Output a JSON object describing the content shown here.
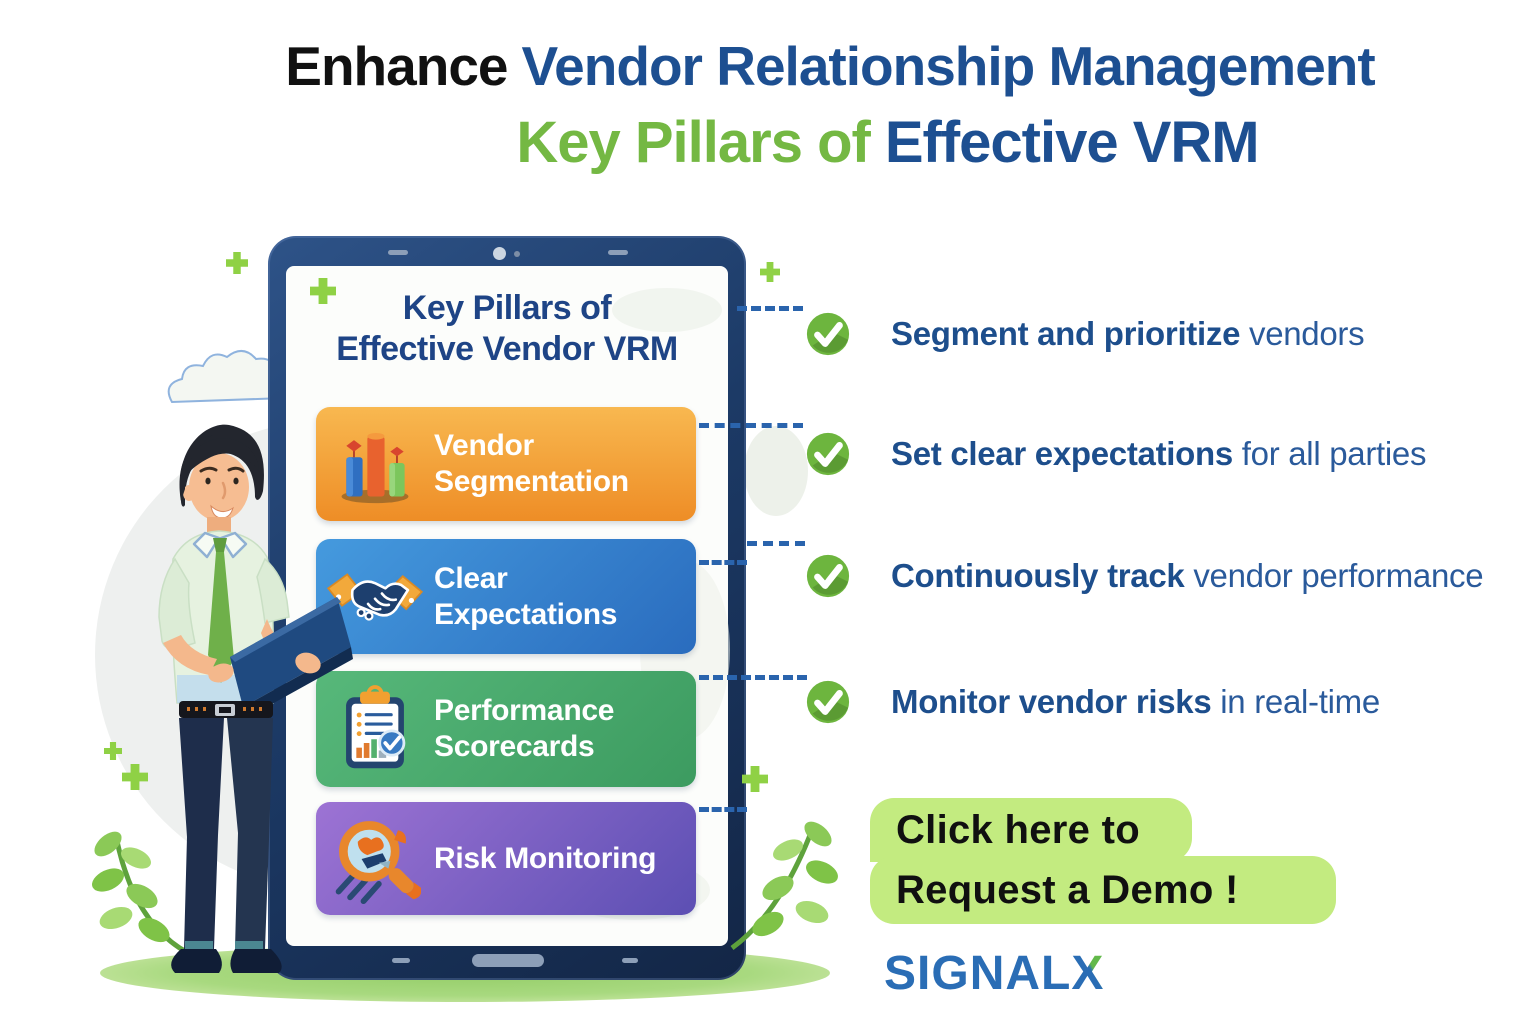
{
  "header": {
    "title": {
      "lead": "Enhance",
      "rest": "Vendor Relationship Management"
    },
    "subtitle": {
      "lead": "Key Pillars of",
      "rest": "Effective VRM"
    }
  },
  "tablet": {
    "screen_title_line1": "Key Pillars of",
    "screen_title_line2": "Effective Vendor VRM",
    "cards": [
      {
        "label": "Vendor Segmentation",
        "icon": "bar-chart-icon",
        "color": "#ee8d26"
      },
      {
        "label": "Clear Expectations",
        "icon": "handshake-icon",
        "color": "#2a6cbe"
      },
      {
        "label": "Performance Scorecards",
        "icon": "clipboard-check-icon",
        "color": "#3c9b60"
      },
      {
        "label": "Risk Monitoring",
        "icon": "magnifier-alert-icon",
        "color": "#5c4fb3"
      }
    ]
  },
  "checklist": [
    {
      "icon": "check-circle-icon",
      "bold": "Segment and prioritize",
      "rest": " vendors"
    },
    {
      "icon": "check-circle-icon",
      "bold": "Set clear expectations",
      "rest": " for all parties"
    },
    {
      "icon": "check-circle-icon",
      "bold": "Continuously track",
      "rest": " vendor performance"
    },
    {
      "icon": "check-circle-icon",
      "bold": "Monitor vendor risks",
      "rest": " in real-time"
    }
  ],
  "cta": {
    "line1": "Click here to",
    "line2": "Request a Demo !"
  },
  "logo": {
    "word": "SIGNAL",
    "mark": "X"
  },
  "colors": {
    "title_blue": "#1d4f91",
    "title_green": "#74b843",
    "bullet_text": "#1d4e8c",
    "check_green": "#6db53e",
    "connector_blue": "#2a64ad",
    "cta_bg": "#c3eb80",
    "logo_blue": "#2a6db5",
    "logo_green": "#62b94a",
    "tablet_frame": "#1e3a66",
    "card_orange": "#ee8d26",
    "card_blue": "#2a6cbe",
    "card_green": "#3c9b60",
    "card_purple": "#5c4fb3"
  }
}
